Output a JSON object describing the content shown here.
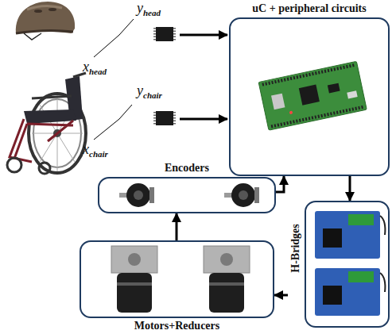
{
  "diagram": {
    "nodes": [
      {
        "text": [
          "uC + peripheral circuits"
        ]
      },
      {
        "text": [
          "Encoders"
        ]
      },
      {
        "text": [
          "H-Bridges"
        ]
      },
      {
        "text": [
          "Motors+Reducers"
        ]
      }
    ],
    "edges": [
      {
        "from": 0,
        "to": 2,
        "arrow": "to"
      },
      {
        "from": 2,
        "to": 3,
        "arrow": "to"
      },
      {
        "from": 3,
        "to": 1,
        "arrow": "to"
      },
      {
        "from": 1,
        "to": 0,
        "arrow": "to"
      }
    ],
    "labels": [
      "y",
      "head",
      "x",
      "head",
      "y",
      "chair",
      "x",
      "chair"
    ]
  }
}
